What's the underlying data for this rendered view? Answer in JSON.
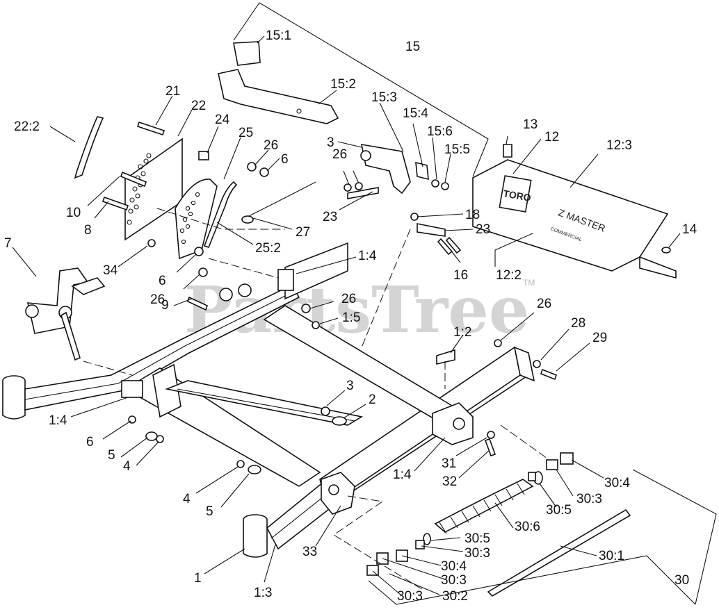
{
  "watermark": {
    "text": "PartsTree",
    "tm": "TM"
  },
  "decal": {
    "brand": "TORO",
    "model": "Z MASTER",
    "sub": "COMMERCIAL"
  },
  "callouts": [
    {
      "id": "c-15-1",
      "text": "15:1"
    },
    {
      "id": "c-15",
      "text": "15"
    },
    {
      "id": "c-15-2",
      "text": "15:2"
    },
    {
      "id": "c-15-3",
      "text": "15:3"
    },
    {
      "id": "c-15-4",
      "text": "15:4"
    },
    {
      "id": "c-15-6",
      "text": "15:6"
    },
    {
      "id": "c-15-5",
      "text": "15:5"
    },
    {
      "id": "c-21",
      "text": "21"
    },
    {
      "id": "c-22",
      "text": "22"
    },
    {
      "id": "c-22-2",
      "text": "22:2"
    },
    {
      "id": "c-24",
      "text": "24"
    },
    {
      "id": "c-25",
      "text": "25"
    },
    {
      "id": "c-26a",
      "text": "26"
    },
    {
      "id": "c-6a",
      "text": "6"
    },
    {
      "id": "c-3a",
      "text": "3"
    },
    {
      "id": "c-26b",
      "text": "26"
    },
    {
      "id": "c-13",
      "text": "13"
    },
    {
      "id": "c-12",
      "text": "12"
    },
    {
      "id": "c-12-3",
      "text": "12:3"
    },
    {
      "id": "c-10",
      "text": "10"
    },
    {
      "id": "c-8",
      "text": "8"
    },
    {
      "id": "c-27",
      "text": "27"
    },
    {
      "id": "c-23a",
      "text": "23"
    },
    {
      "id": "c-18",
      "text": "18"
    },
    {
      "id": "c-23b",
      "text": "23"
    },
    {
      "id": "c-14",
      "text": "14"
    },
    {
      "id": "c-7",
      "text": "7"
    },
    {
      "id": "c-25-2",
      "text": "25:2"
    },
    {
      "id": "c-34",
      "text": "34"
    },
    {
      "id": "c-1-4a",
      "text": "1:4"
    },
    {
      "id": "c-16",
      "text": "16"
    },
    {
      "id": "c-12-2",
      "text": "12:2"
    },
    {
      "id": "c-6b",
      "text": "6"
    },
    {
      "id": "c-26c",
      "text": "26"
    },
    {
      "id": "c-26d",
      "text": "26"
    },
    {
      "id": "c-9",
      "text": "9"
    },
    {
      "id": "c-1-5",
      "text": "1:5"
    },
    {
      "id": "c-26e",
      "text": "26"
    },
    {
      "id": "c-1-2",
      "text": "1:2"
    },
    {
      "id": "c-28",
      "text": "28"
    },
    {
      "id": "c-29",
      "text": "29"
    },
    {
      "id": "c-3b",
      "text": "3"
    },
    {
      "id": "c-2",
      "text": "2"
    },
    {
      "id": "c-1-4b",
      "text": "1:4"
    },
    {
      "id": "c-6c",
      "text": "6"
    },
    {
      "id": "c-5a",
      "text": "5"
    },
    {
      "id": "c-4a",
      "text": "4"
    },
    {
      "id": "c-31",
      "text": "31"
    },
    {
      "id": "c-1-4c",
      "text": "1:4"
    },
    {
      "id": "c-32",
      "text": "32"
    },
    {
      "id": "c-30-4a",
      "text": "30:4"
    },
    {
      "id": "c-30-3a",
      "text": "30:3"
    },
    {
      "id": "c-30-5a",
      "text": "30:5"
    },
    {
      "id": "c-4b",
      "text": "4"
    },
    {
      "id": "c-5b",
      "text": "5"
    },
    {
      "id": "c-30-6",
      "text": "30:6"
    },
    {
      "id": "c-33",
      "text": "33"
    },
    {
      "id": "c-30-5b",
      "text": "30:5"
    },
    {
      "id": "c-30-3b",
      "text": "30:3"
    },
    {
      "id": "c-30-4b",
      "text": "30:4"
    },
    {
      "id": "c-30-1",
      "text": "30:1"
    },
    {
      "id": "c-30-3c",
      "text": "30:3"
    },
    {
      "id": "c-1",
      "text": "1"
    },
    {
      "id": "c-30",
      "text": "30"
    },
    {
      "id": "c-1-3",
      "text": "1:3"
    },
    {
      "id": "c-30-3d",
      "text": "30:3"
    },
    {
      "id": "c-30-2",
      "text": "30:2"
    }
  ]
}
